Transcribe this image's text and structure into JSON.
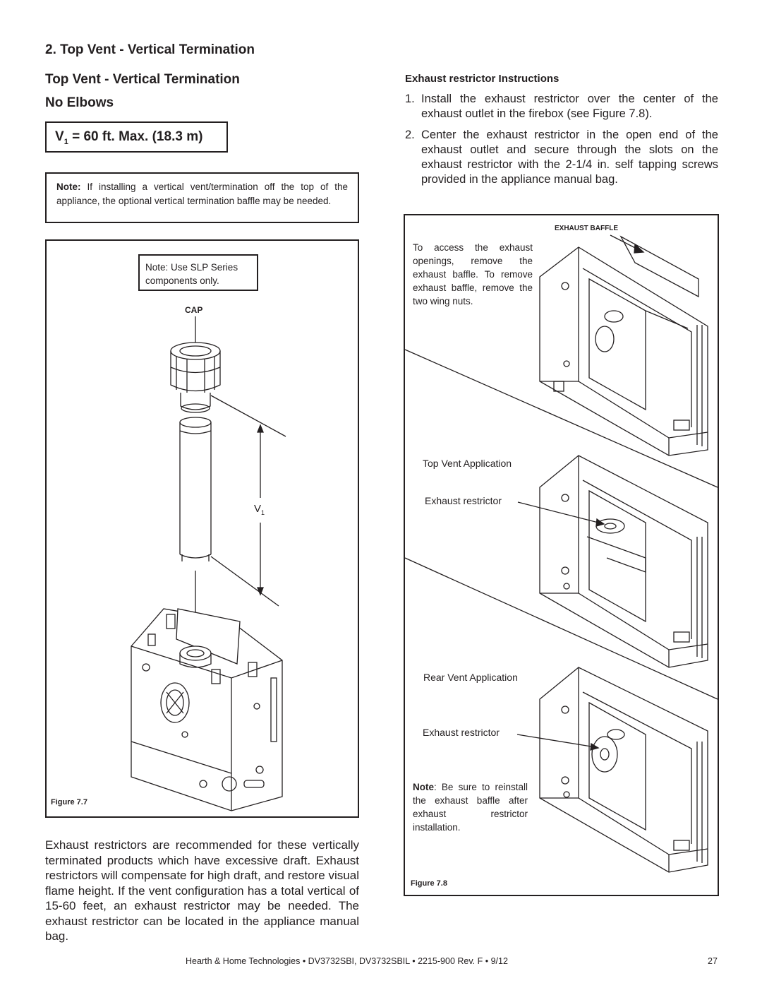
{
  "section_heading": "2. Top Vent - Vertical Termination",
  "subheading_line1": "Top Vent - Vertical Termination",
  "subheading_line2": "No Elbows",
  "v1_box": {
    "v": "V",
    "sub": "1",
    "rest": " = 60 ft. Max. (18.3 m)"
  },
  "note_box": {
    "label": "Note:",
    "text": " If installing a vertical vent/termination off the top of the appliance, the optional vertical termination baffle may be needed."
  },
  "fig7": {
    "slp_note": "Note: Use SLP Series components only.",
    "cap_label": "CAP",
    "v_label": "V",
    "v_sub": "1",
    "caption": "Figure 7.7"
  },
  "body_paragraph": "Exhaust restrictors are recommended for these vertically terminated products which have excessive draft. Exhaust restrictors will compensate for high draft, and restore visual flame height. If the vent configuration has a total vertical of 15-60 feet, an exhaust restrictor may be needed. The exhaust restrictor can be located in the appliance manual bag.",
  "instructions": {
    "title": "Exhaust restrictor Instructions",
    "items": [
      {
        "num": "1.",
        "text": "Install the exhaust restrictor over the center of the exhaust outlet in the firebox (see Figure 7.8)."
      },
      {
        "num": "2.",
        "text": "Center the exhaust restrictor in the open end of the exhaust outlet and secure through the slots on the exhaust restrictor with the 2-1/4 in. self tapping screws provided in the appliance manual bag."
      }
    ]
  },
  "fig8": {
    "baffle_label": "EXHAUST BAFFLE",
    "access_note": "To access the exhaust openings, remove the exhaust baffle. To remove exhaust baffle, remove the two wing nuts.",
    "top_vent_label": "Top Vent Application",
    "restrictor_label_1": "Exhaust restrictor",
    "rear_vent_label": "Rear Vent Application",
    "restrictor_label_2": "Exhaust restrictor",
    "reinstall_note_label": "Note",
    "reinstall_note_text": ": Be sure to reinstall the exhaust baffle after exhaust restrictor installation.",
    "caption": "Figure 7.8"
  },
  "footer": {
    "text": "Hearth & Home Technologies • DV3732SBI, DV3732SBIL • 2215-900 Rev. F • 9/12",
    "page": "27"
  }
}
